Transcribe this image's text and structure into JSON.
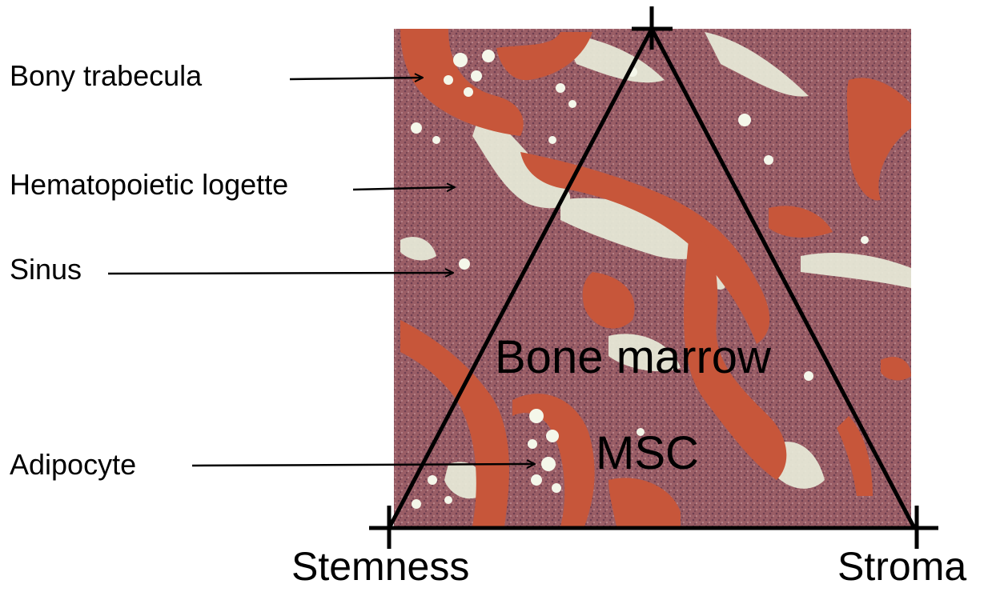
{
  "labels": {
    "bony_trabecula": "Bony trabecula",
    "hematopoietic_logette": "Hematopoietic logette",
    "sinus": "Sinus",
    "adipocyte": "Adipocyte"
  },
  "triangle": {
    "left_vertex": "Stemness",
    "right_vertex": "Stroma",
    "center_top": "Bone marrow",
    "center_bottom": "MSC"
  },
  "colors": {
    "tissue_background": "#9a5e66",
    "trabecula": "#c7563a",
    "sinus_space": "#e8ecd9",
    "adipocyte": "#f4f7ea",
    "ink": "#000000"
  }
}
